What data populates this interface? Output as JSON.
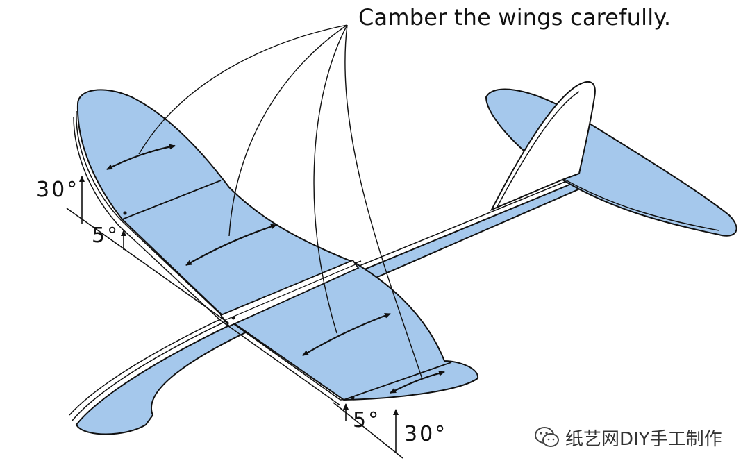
{
  "diagram": {
    "caption": "Camber the wings carefully.",
    "angles": {
      "left_outer": "30°",
      "left_inner": "5°",
      "right_inner": "5°",
      "right_outer": "30°"
    },
    "colors": {
      "wing_fill": "#a5c8ec",
      "outline": "#111111",
      "background": "#ffffff"
    }
  },
  "watermark": {
    "text": "纸艺网DIY手工制作",
    "icon": "wechat-icon"
  }
}
